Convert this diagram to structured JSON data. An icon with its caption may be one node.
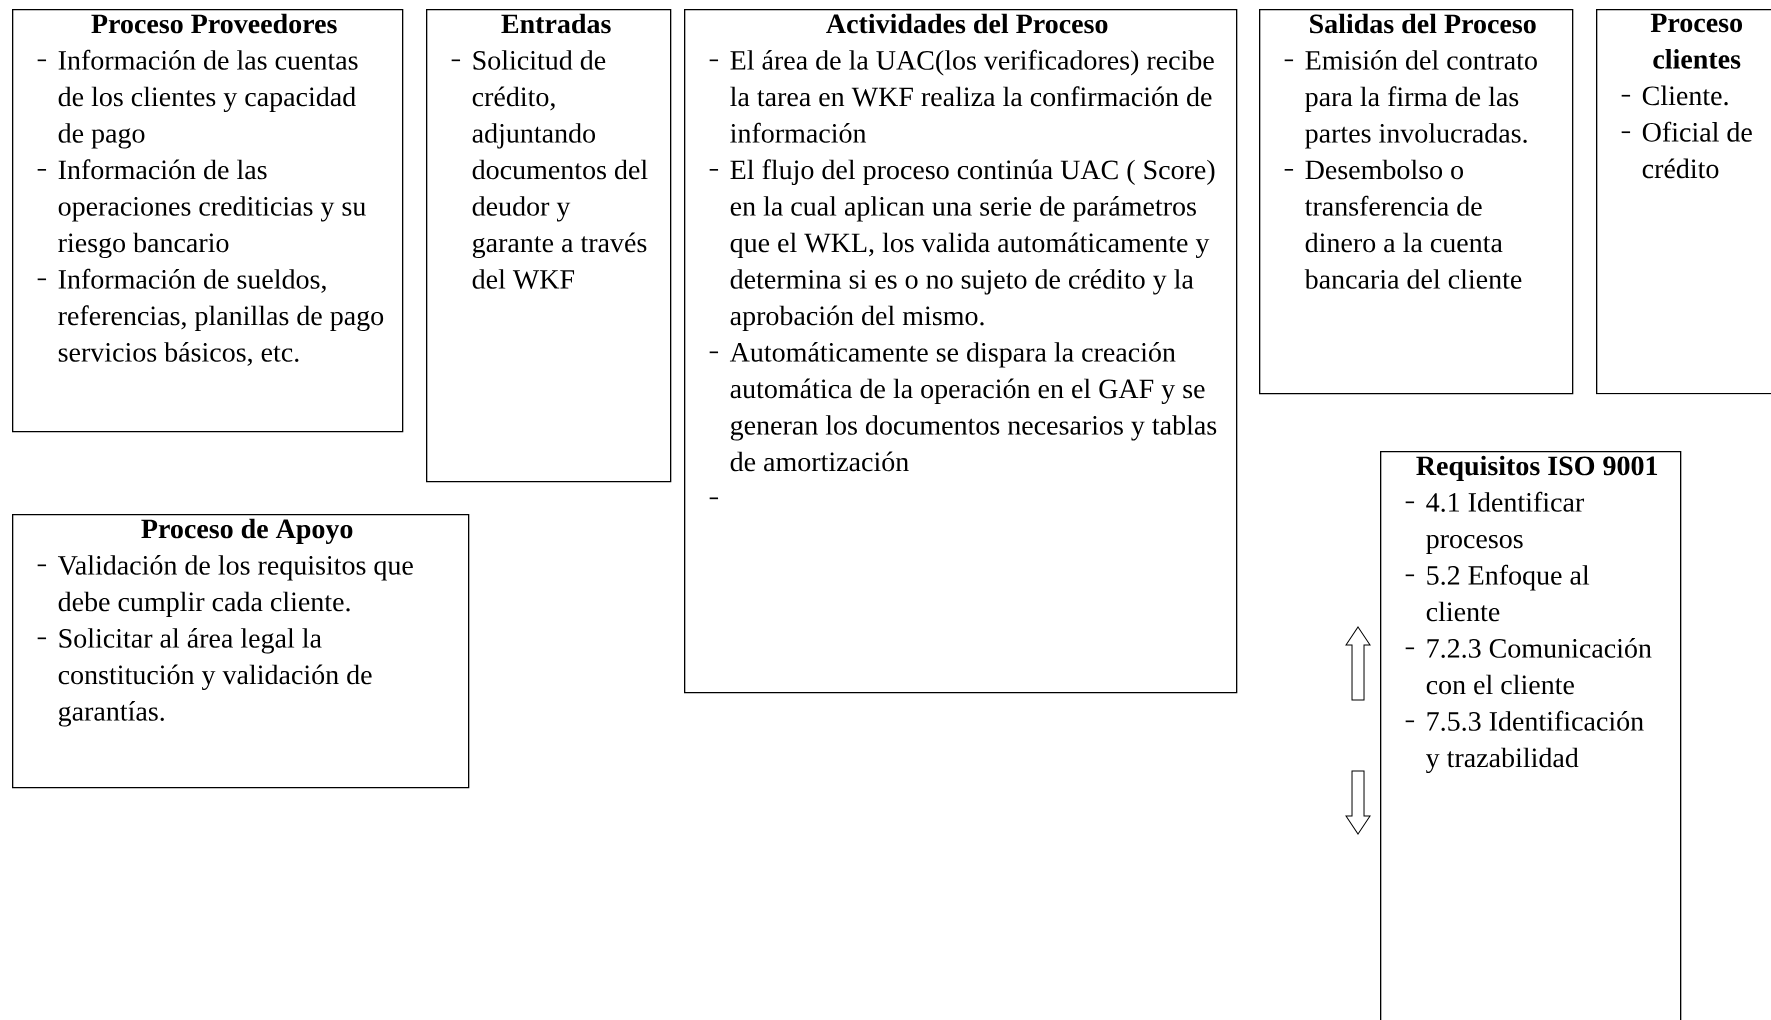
{
  "diagram": {
    "nodes": [
      {
        "text": [
          "Proceso Proveedores",
          "Información de las cuentas de los clientes y capacidad de pago",
          "Información de las operaciones crediticias y su riesgo bancario",
          "Información de sueldos, referencias, planillas de pago servicios básicos, etc."
        ]
      },
      {
        "text": [
          "Entradas",
          "Solicitud de crédito, adjuntando documentos del deudor y garante a través del WKF"
        ]
      },
      {
        "text": [
          "Actividades del Proceso",
          "El área de la UAC(los verificadores) recibe la tarea en WKF realiza la confirmación de información",
          "El flujo del proceso continúa UAC ( Score) en la cual aplican una serie de parámetros que el WKL, los valida automáticamente y determina si es o no sujeto de crédito y la aprobación del mismo.",
          "Automáticamente se dispara la creación automática de la operación en el GAF y se generan los documentos necesarios y tablas de amortización"
        ]
      },
      {
        "text": [
          "Salidas del Proceso",
          "Emisión del contrato para la firma de las partes involucradas.",
          "Desembolso o transferencia de dinero a la cuenta bancaria del cliente"
        ]
      },
      {
        "text": [
          "Proceso clientes",
          "Cliente.",
          "Oficial de crédito"
        ]
      },
      {
        "text": [
          "Proceso de Apoyo",
          "Validación de los requisitos que debe cumplir cada cliente.",
          "Solicitar al área legal la constitución y validación de garantías."
        ]
      },
      {
        "text": [
          "Requisitos ISO 9001",
          "4.1 Identificar procesos",
          "5.2 Enfoque al cliente",
          "7.2.3 Comunicación con el cliente",
          "7.5.3 Identificación y trazabilidad"
        ]
      }
    ]
  }
}
